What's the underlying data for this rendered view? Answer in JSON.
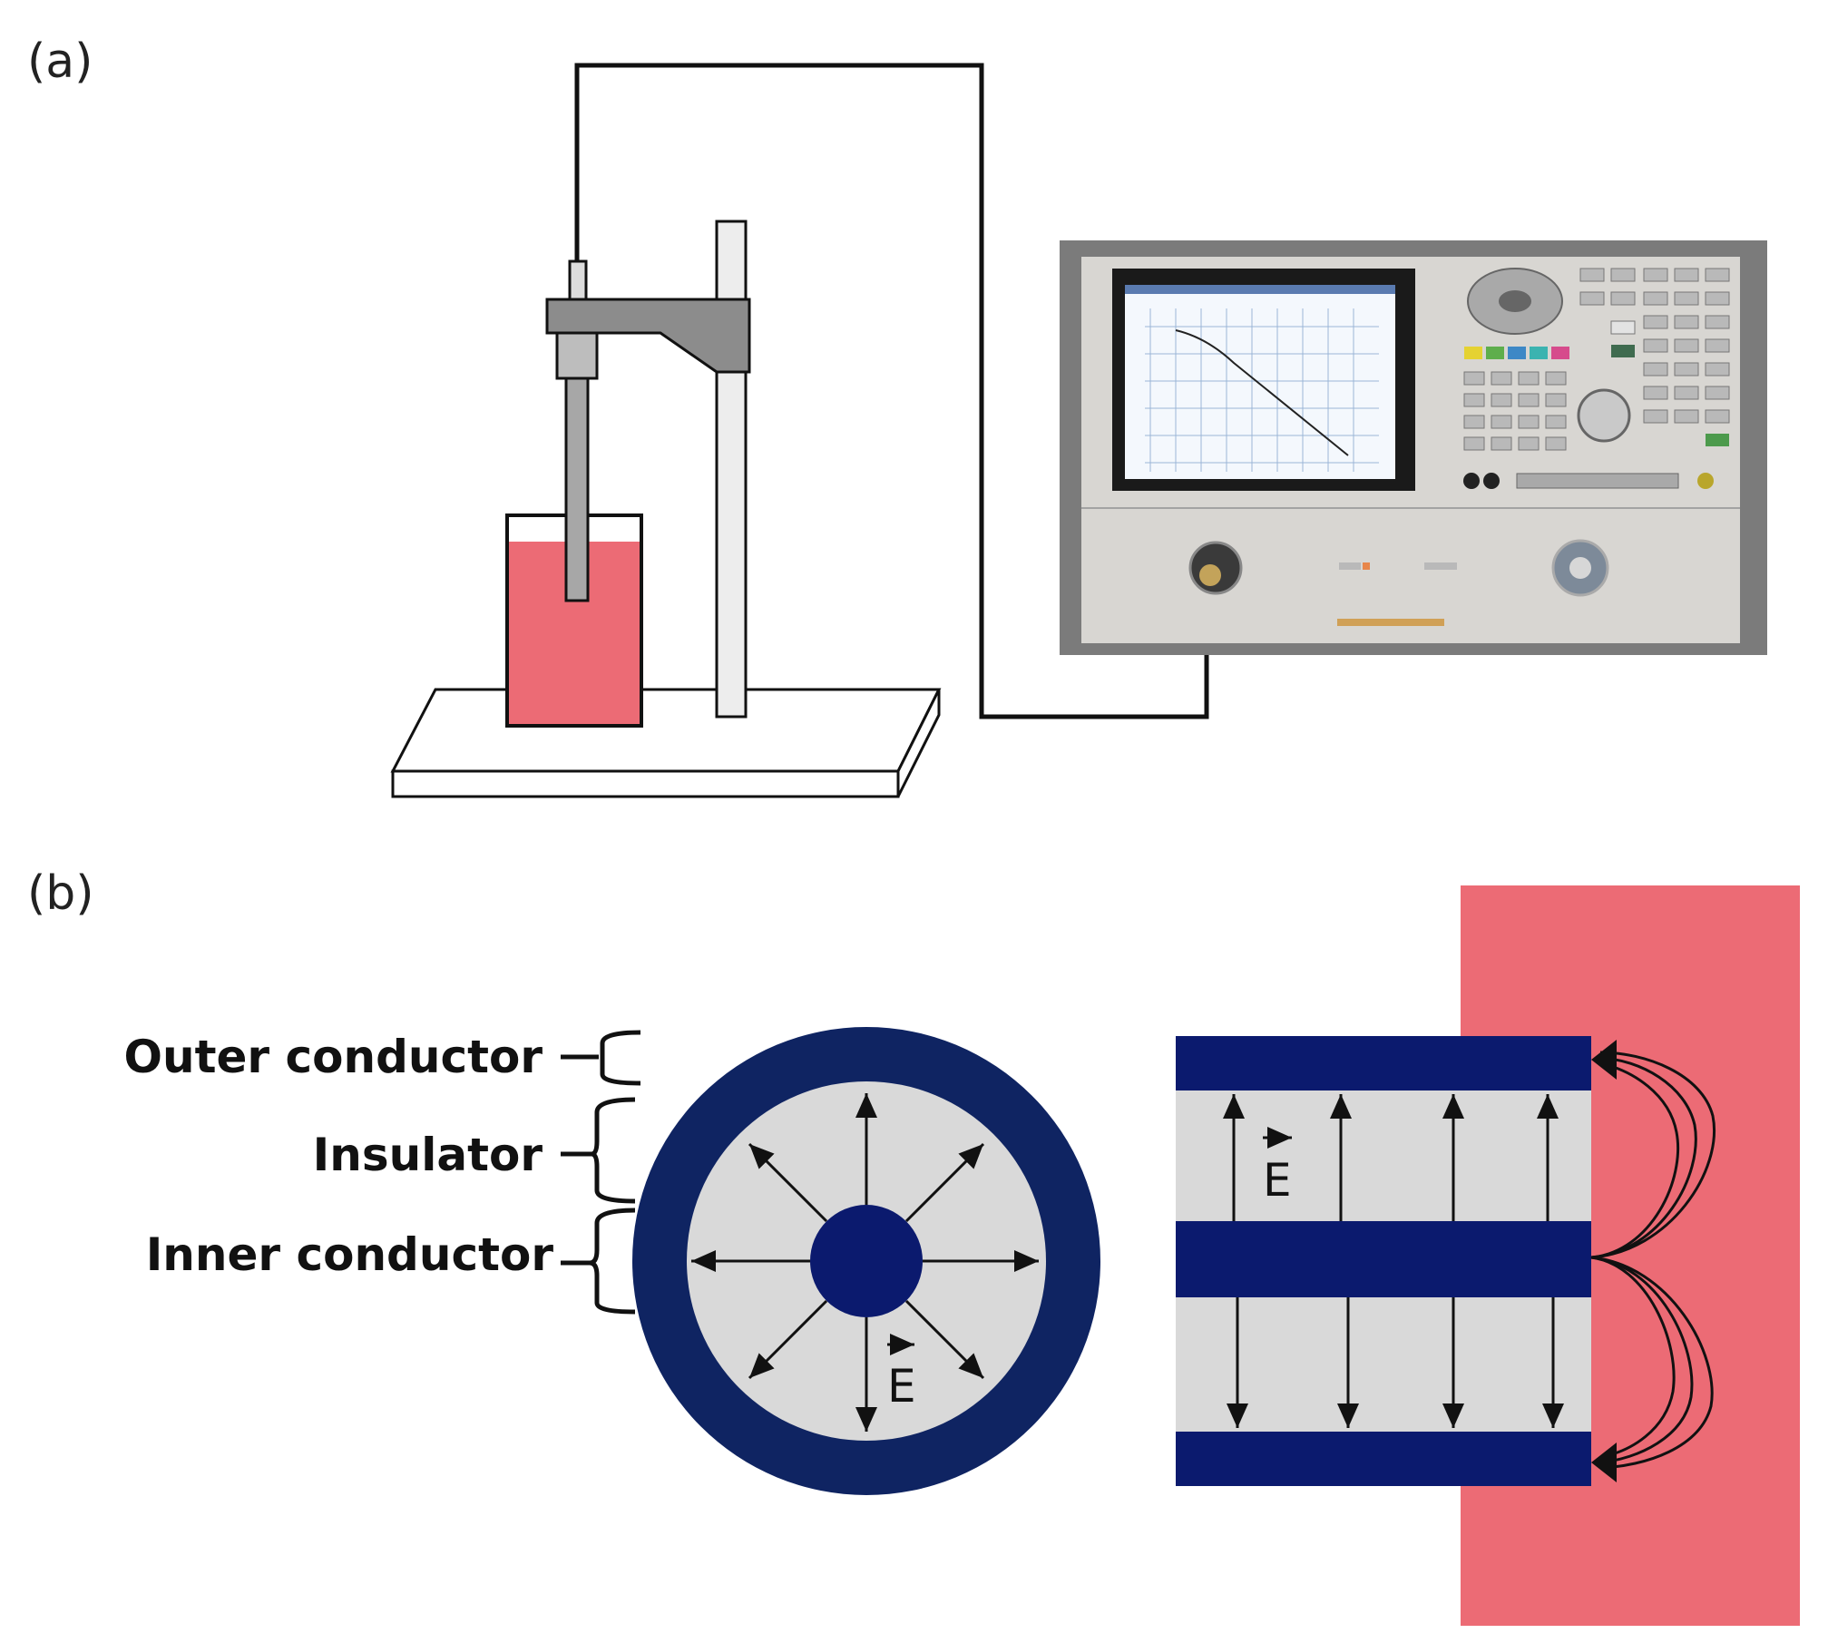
{
  "panels": {
    "a": {
      "label": "(a)"
    },
    "b": {
      "label": "(b)"
    }
  },
  "labels": {
    "outer_conductor": "Outer conductor",
    "insulator": "Insulator",
    "inner_conductor": "Inner conductor",
    "field_symbol": "E"
  },
  "colors": {
    "liquid": "#ec6b75",
    "conductor_navy": "#0b1a6e",
    "conductor_ring": "#0f2462",
    "insulator_gray": "#d9d9d9",
    "stand_gray": "#8c8c8c",
    "analyzer_body": "#d8d6d2",
    "analyzer_frame": "#7b7b7b"
  }
}
